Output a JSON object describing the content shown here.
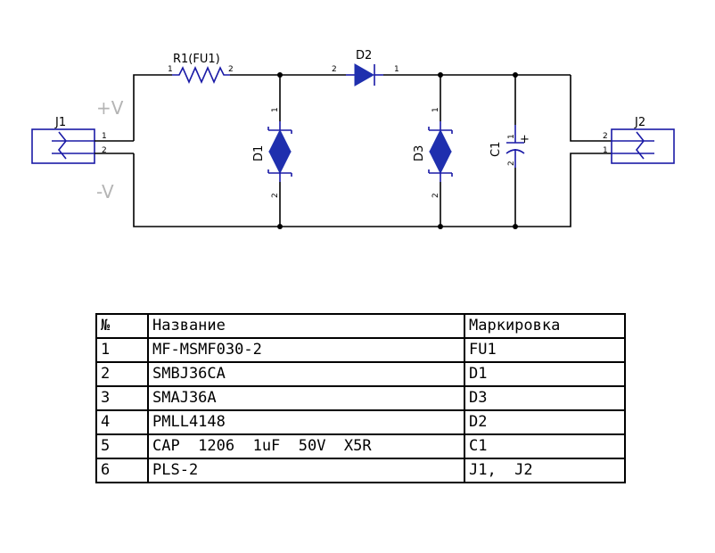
{
  "schematic": {
    "rails": {
      "plus": "+V",
      "minus": "-V"
    },
    "components": {
      "R1": {
        "ref": "R1(FU1)",
        "pin_a": "1",
        "pin_b": "2"
      },
      "D2": {
        "ref": "D2",
        "pin_a": "2",
        "pin_b": "1"
      },
      "D1": {
        "ref": "D1",
        "pin_a": "1",
        "pin_b": "2"
      },
      "D3": {
        "ref": "D3",
        "pin_a": "1",
        "pin_b": "2"
      },
      "C1": {
        "ref": "C1",
        "pin_a": "1",
        "pin_b": "2",
        "polarity": "+"
      },
      "J1": {
        "ref": "J1",
        "pin_a": "1",
        "pin_b": "2"
      },
      "J2": {
        "ref": "J2",
        "pin_a": "2",
        "pin_b": "1"
      }
    },
    "colors": {
      "wire": "#000000",
      "symbol": "#1a1aa6",
      "diode_fill": "#1f2fae",
      "rail_label": "#b4b4b4"
    }
  },
  "bom": {
    "headers": [
      "№",
      "Название",
      "Маркировка"
    ],
    "rows": [
      [
        "1",
        "MF-MSMF030-2",
        "FU1"
      ],
      [
        "2",
        "SMBJ36CA",
        "D1"
      ],
      [
        "3",
        "SMAJ36A",
        "D3"
      ],
      [
        "4",
        "PMLL4148",
        "D2"
      ],
      [
        "5",
        "CAP  1206  1uF  50V  X5R",
        "C1"
      ],
      [
        "6",
        "PLS-2",
        "J1,  J2"
      ]
    ]
  }
}
